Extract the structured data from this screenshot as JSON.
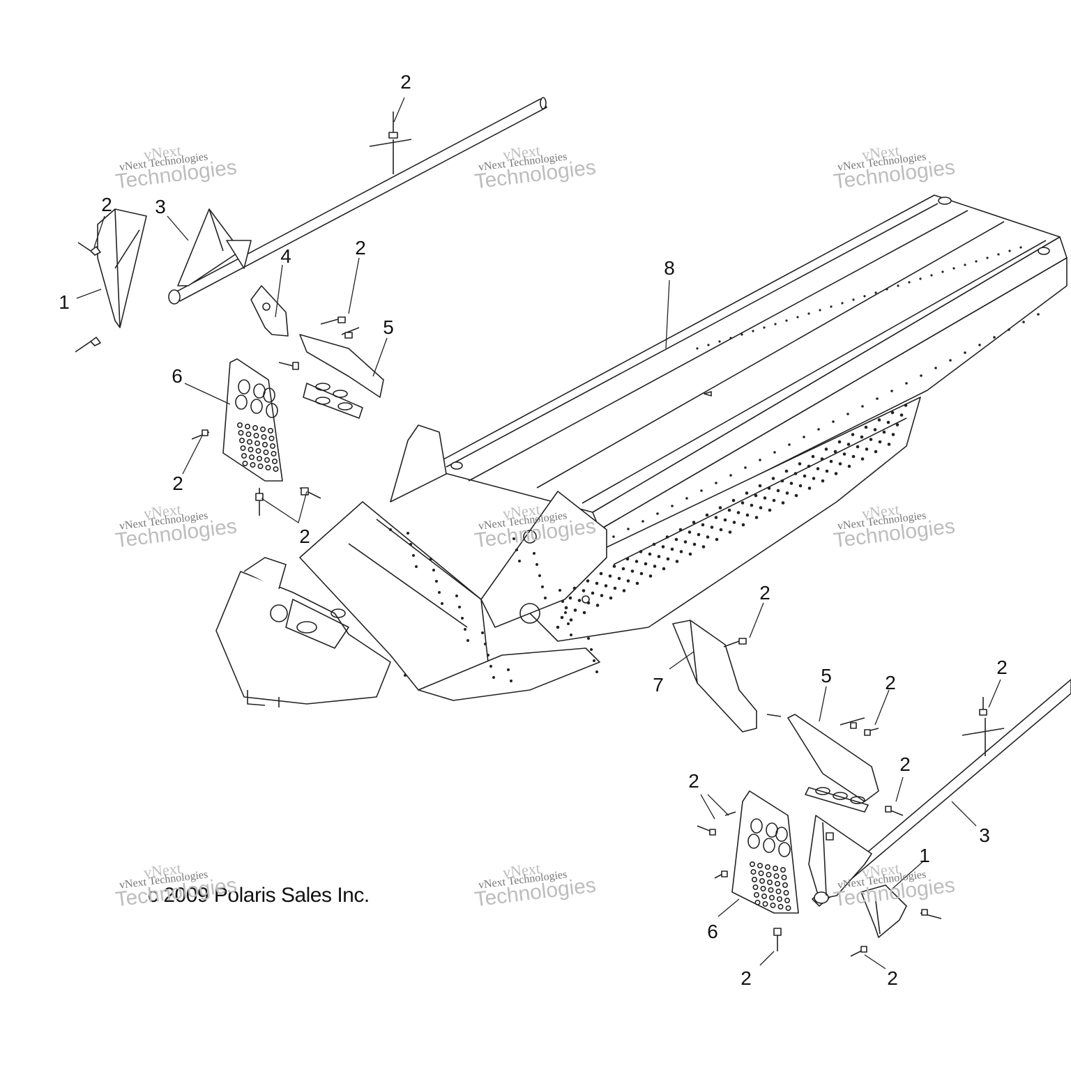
{
  "callouts": [
    {
      "id": "c1a",
      "text": "2"
    },
    {
      "id": "c2a",
      "text": "2"
    },
    {
      "id": "c3a",
      "text": "3"
    },
    {
      "id": "c4a",
      "text": "1"
    },
    {
      "id": "c5a",
      "text": "4"
    },
    {
      "id": "c6a",
      "text": "2"
    },
    {
      "id": "c7a",
      "text": "5"
    },
    {
      "id": "c8a",
      "text": "8"
    },
    {
      "id": "c9a",
      "text": "6"
    },
    {
      "id": "c10a",
      "text": "2"
    },
    {
      "id": "c11a",
      "text": "2"
    },
    {
      "id": "c12a",
      "text": "2"
    },
    {
      "id": "c13a",
      "text": "7"
    },
    {
      "id": "c14a",
      "text": "5"
    },
    {
      "id": "c15a",
      "text": "2"
    },
    {
      "id": "c16a",
      "text": "2"
    },
    {
      "id": "c17a",
      "text": "2"
    },
    {
      "id": "c18a",
      "text": "2"
    },
    {
      "id": "c19a",
      "text": "3"
    },
    {
      "id": "c20a",
      "text": "1"
    },
    {
      "id": "c21a",
      "text": "6"
    },
    {
      "id": "c22a",
      "text": "2"
    },
    {
      "id": "c23a",
      "text": "2"
    }
  ],
  "copyright": "c  2009 Polaris Sales Inc.",
  "watermark": {
    "line1": "vNext",
    "line2": "vNext Technologies",
    "line3": "Technologies"
  }
}
